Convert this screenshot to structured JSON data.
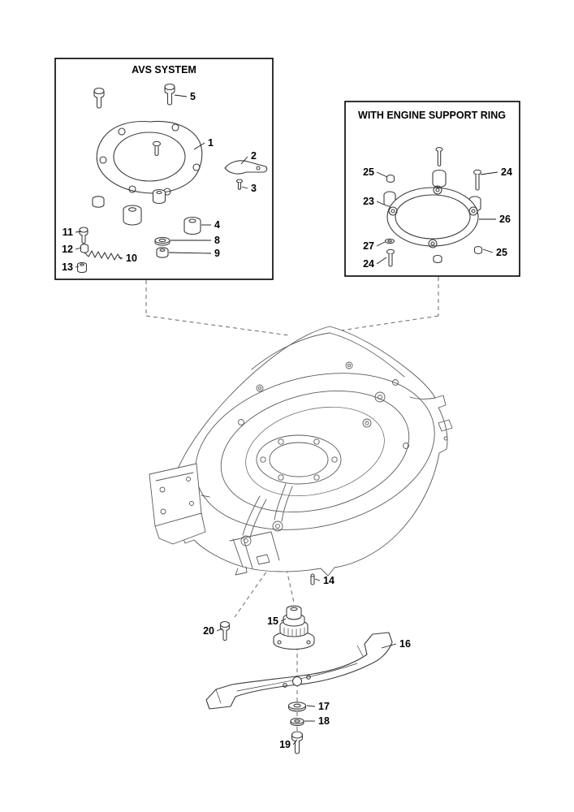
{
  "panels": {
    "avs": {
      "title": "AVS SYSTEM"
    },
    "engine_support": {
      "title": "WITH ENGINE SUPPORT RING"
    }
  },
  "parts": {
    "p1": "1",
    "p2": "2",
    "p3": "3",
    "p4": "4",
    "p5": "5",
    "p8": "8",
    "p9": "9",
    "p10": "10",
    "p11": "11",
    "p12": "12",
    "p13": "13",
    "p14": "14",
    "p15": "15",
    "p16": "16",
    "p17": "17",
    "p18": "18",
    "p19": "19",
    "p20": "20",
    "p23": "23",
    "p24": "24",
    "p25": "25",
    "p26": "26",
    "p27": "27"
  },
  "colors": {
    "line": "#3c3c3c",
    "deck_line": "#5a5a5a",
    "label": "#000000",
    "dashed": "#6a6a6a",
    "background": "#ffffff"
  }
}
